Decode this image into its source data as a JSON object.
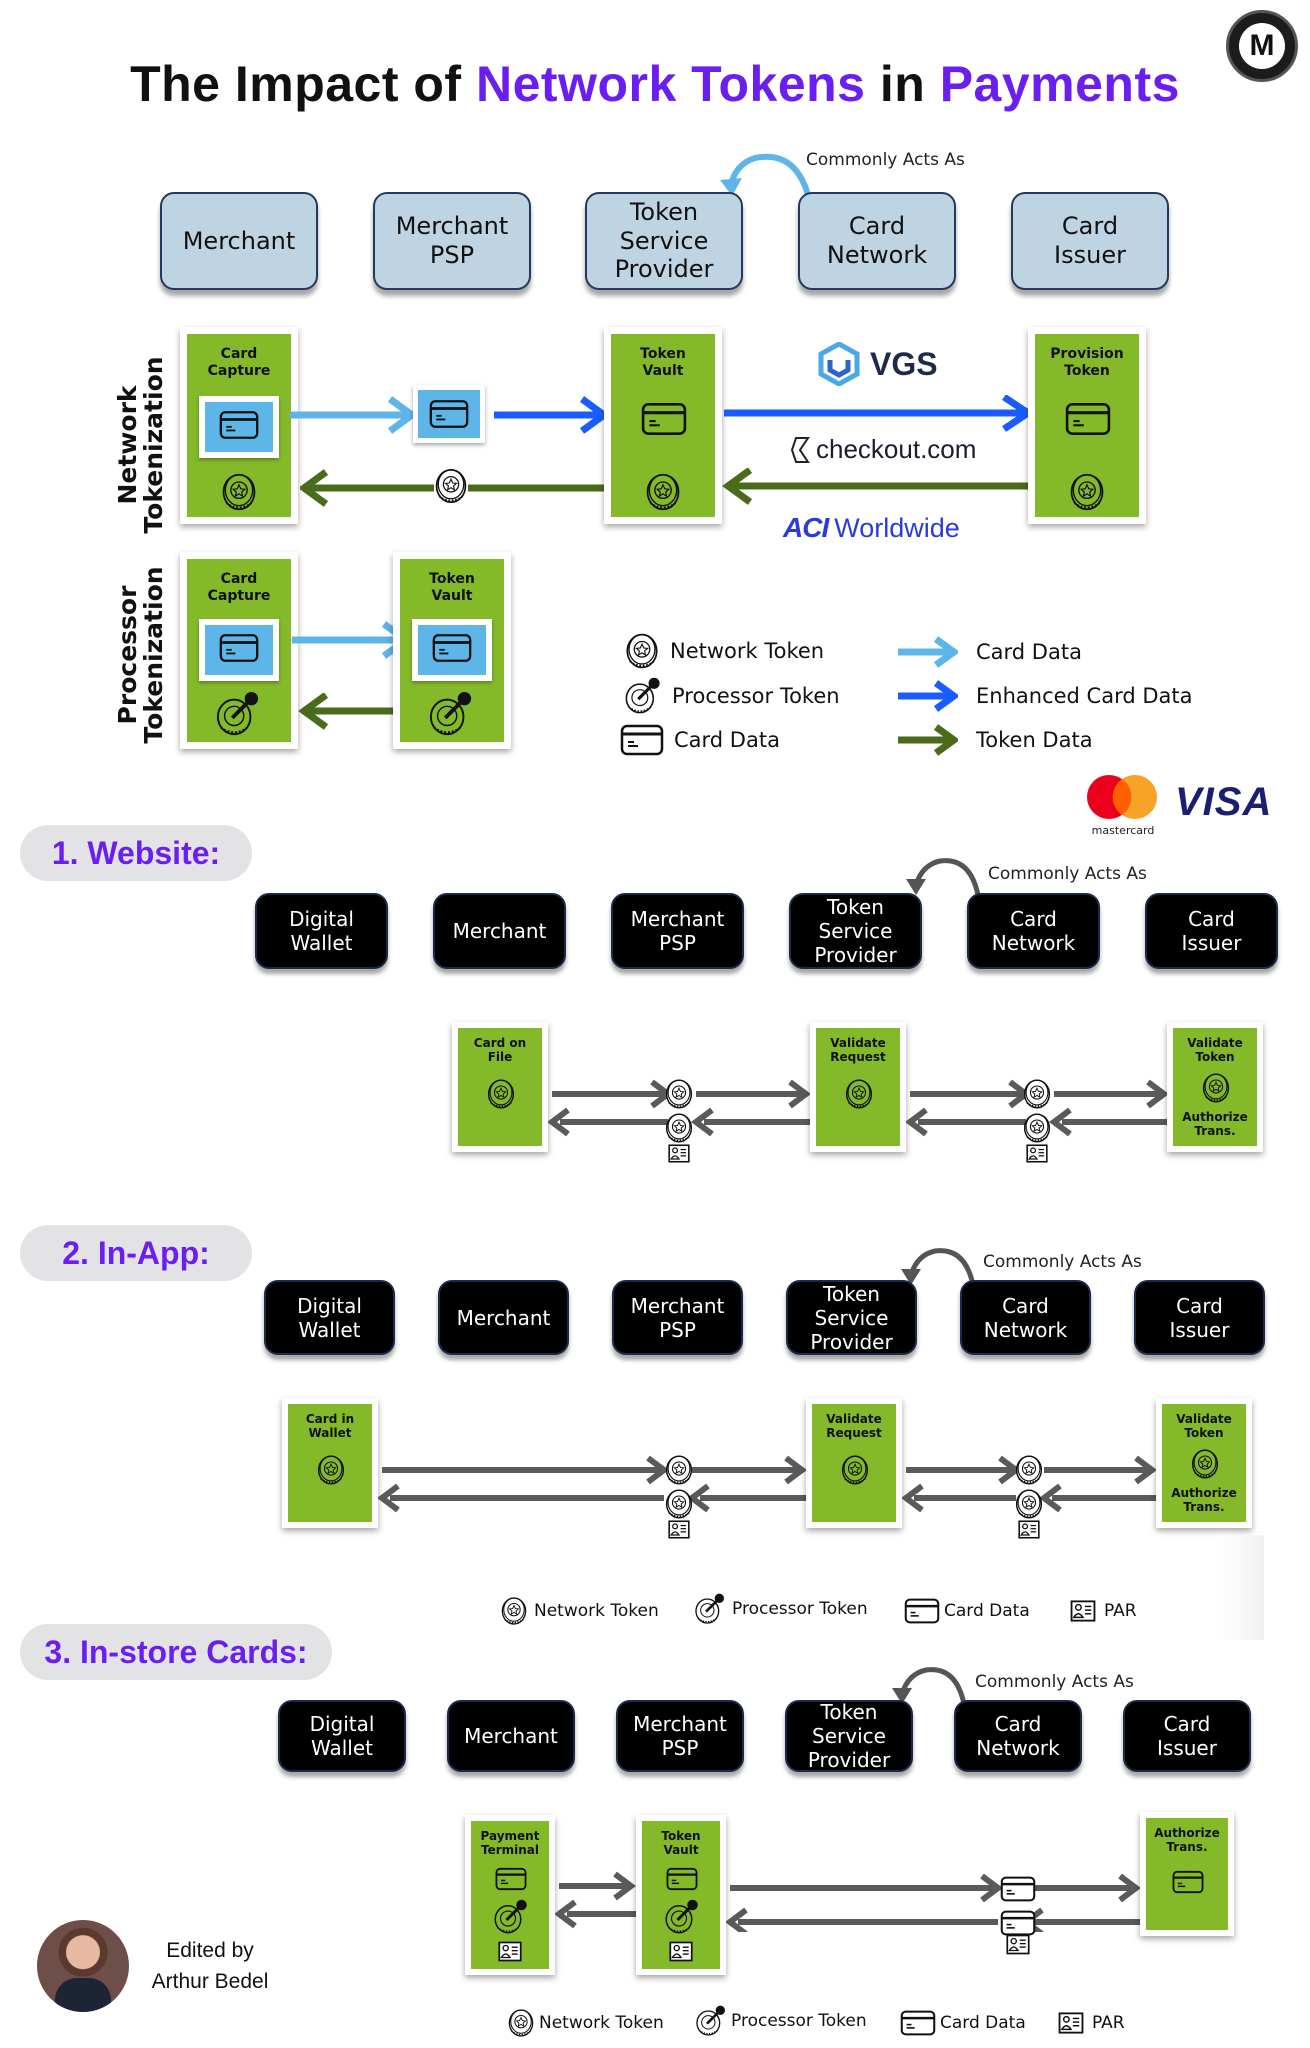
{
  "title": {
    "part1": "The Impact of ",
    "part2": "Network Tokens",
    "part3": " in ",
    "part4": "Payments"
  },
  "logo": {
    "letter": "M"
  },
  "colors": {
    "accent_purple": "#6a1ff0",
    "green_box": "#84b92a",
    "card_data_arrow": "#5eb5e8",
    "enhanced_arrow": "#1a5cff",
    "token_arrow": "#4a6b1c",
    "flow_arrow": "#5a5a5c",
    "entity_blue": "#bfd4e3"
  },
  "top_entities": [
    "Merchant",
    "Merchant\nPSP",
    "Token\nService\nProvider",
    "Card\nNetwork",
    "Card\nIssuer"
  ],
  "commonly_acts_as": "Commonly Acts As",
  "network_tokenization": {
    "label": "Network\nTokenization",
    "boxes": [
      "Card\nCapture",
      "Token\nVault",
      "Provision\nToken"
    ],
    "vendors": [
      "VGS",
      "checkout.com",
      "ACI Worldwide"
    ]
  },
  "processor_tokenization": {
    "label": "Processor\nTokenization",
    "boxes": [
      "Card\nCapture",
      "Token\nVault"
    ]
  },
  "legend_main": {
    "icons": [
      "Network Token",
      "Processor Token",
      "Card Data"
    ],
    "arrows": [
      "Card Data",
      "Enhanced Card Data",
      "Token Data"
    ]
  },
  "card_brands": {
    "mastercard": "mastercard",
    "visa": "VISA"
  },
  "sections": [
    {
      "title": "1. Website:",
      "entities": [
        "Digital\nWallet",
        "Merchant",
        "Merchant\nPSP",
        "Token\nService\nProvider",
        "Card\nNetwork",
        "Card\nIssuer"
      ],
      "flow_boxes": [
        {
          "top": "Card on\nFile"
        },
        {
          "top": "Validate\nRequest"
        },
        {
          "top": "Validate\nToken",
          "bottom": "Authorize\nTrans."
        }
      ]
    },
    {
      "title": "2. In-App:",
      "entities": [
        "Digital\nWallet",
        "Merchant",
        "Merchant\nPSP",
        "Token\nService\nProvider",
        "Card\nNetwork",
        "Card\nIssuer"
      ],
      "flow_boxes": [
        {
          "top": "Card in\nWallet"
        },
        {
          "top": "Validate\nRequest"
        },
        {
          "top": "Validate\nToken",
          "bottom": "Authorize\nTrans."
        }
      ]
    },
    {
      "title": "3. In-store Cards:",
      "entities": [
        "Digital\nWallet",
        "Merchant",
        "Merchant\nPSP",
        "Token\nService\nProvider",
        "Card\nNetwork",
        "Card\nIssuer"
      ],
      "flow_boxes": [
        {
          "top": "Payment\nTerminal"
        },
        {
          "top": "Token\nVault"
        },
        {
          "top": "Authorize\nTrans."
        }
      ]
    }
  ],
  "legend_small": [
    "Network Token",
    "Processor Token",
    "Card Data",
    "PAR"
  ],
  "author": {
    "line1": "Edited by",
    "line2": "Arthur Bedel"
  }
}
